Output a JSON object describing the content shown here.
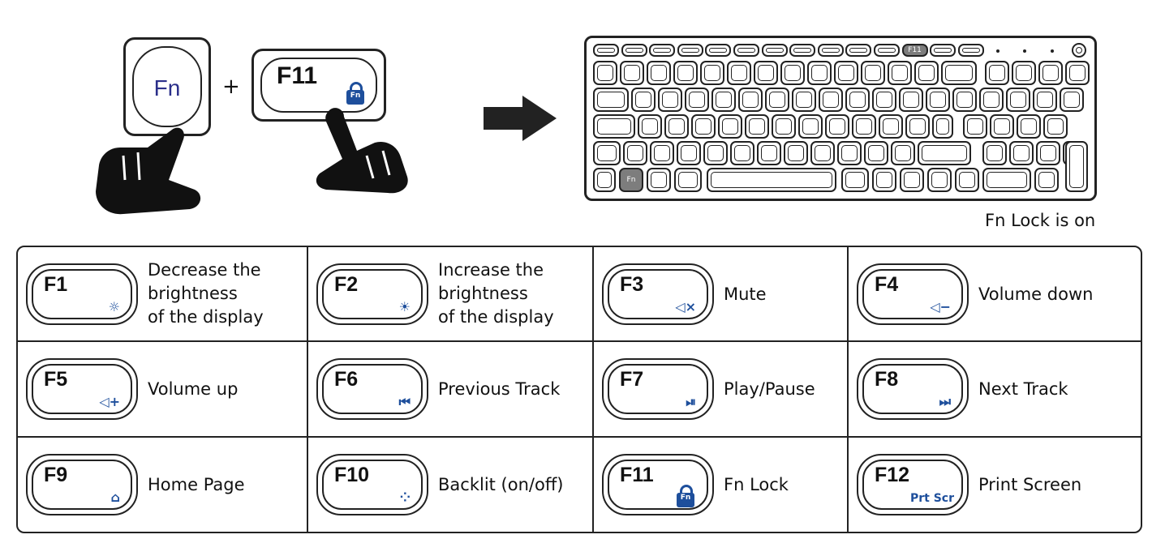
{
  "illustration": {
    "fn_key_label": "Fn",
    "plus": "+",
    "f11_key_label": "F11",
    "lock_badge": "Fn",
    "keyboard_f11_label": "F11",
    "keyboard_fn_label": "Fn",
    "caption": "Fn Lock is on"
  },
  "colors": {
    "accent_blue": "#1e4f9c",
    "fn_text": "#2b2f8a",
    "highlight_gray": "#7d7d7d"
  },
  "keys": [
    {
      "key": "F1",
      "icon": "sun-small-icon",
      "glyph": "☼",
      "desc": [
        "Decrease the",
        "brightness",
        "of the display"
      ]
    },
    {
      "key": "F2",
      "icon": "sun-large-icon",
      "glyph": "☀",
      "desc": [
        "Increase the",
        "brightness",
        "of the display"
      ]
    },
    {
      "key": "F3",
      "icon": "mute-icon",
      "glyph": "◁×",
      "desc": [
        "Mute"
      ]
    },
    {
      "key": "F4",
      "icon": "volume-down-icon",
      "glyph": "◁−",
      "desc": [
        "Volume down"
      ]
    },
    {
      "key": "F5",
      "icon": "volume-up-icon",
      "glyph": "◁+",
      "desc": [
        "Volume up"
      ]
    },
    {
      "key": "F6",
      "icon": "previous-track-icon",
      "glyph": "⏮",
      "desc": [
        "Previous Track"
      ]
    },
    {
      "key": "F7",
      "icon": "play-pause-icon",
      "glyph": "⏯",
      "desc": [
        "Play/Pause"
      ]
    },
    {
      "key": "F8",
      "icon": "next-track-icon",
      "glyph": "⏭",
      "desc": [
        "Next Track"
      ]
    },
    {
      "key": "F9",
      "icon": "home-icon",
      "glyph": "⌂",
      "desc": [
        "Home Page"
      ]
    },
    {
      "key": "F10",
      "icon": "backlight-icon",
      "glyph": "⁘",
      "desc": [
        "Backlit (on/off)"
      ]
    },
    {
      "key": "F11",
      "icon": "fn-lock-icon",
      "glyph": "Fn",
      "desc": [
        "Fn Lock"
      ]
    },
    {
      "key": "F12",
      "icon": "print-screen-icon",
      "glyph": "Prt Scr",
      "desc": [
        "Print Screen"
      ]
    }
  ]
}
